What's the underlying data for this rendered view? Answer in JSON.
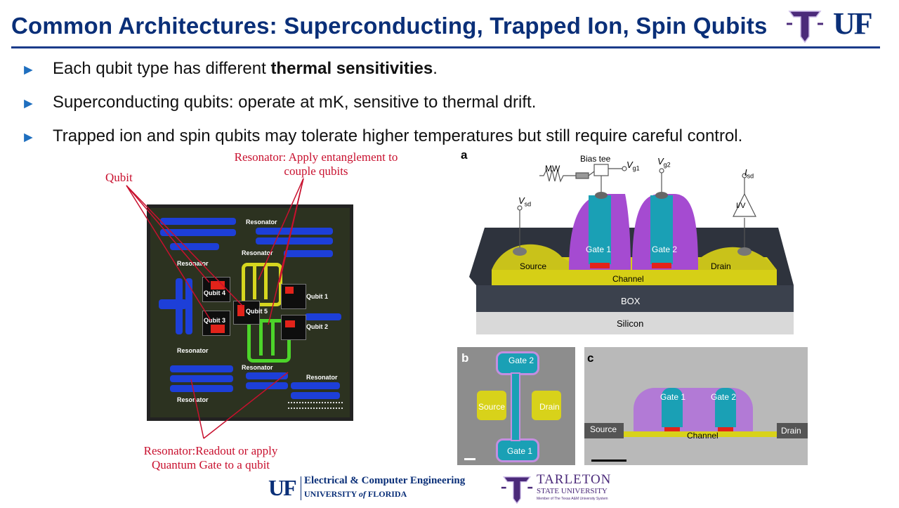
{
  "slide": {
    "title": "Common Architectures: Superconducting, Trapped Ion, Spin Qubits",
    "bullets": [
      {
        "text_before": "Each qubit type has different ",
        "bold": "thermal sensitivities",
        "text_after": "."
      },
      {
        "text_before": "Superconducting qubits: operate at mK, sensitive to thermal drift.",
        "bold": "",
        "text_after": ""
      },
      {
        "text_before": "Trapped ion and spin qubits may tolerate higher temperatures but still require careful control.",
        "bold": "",
        "text_after": ""
      }
    ]
  },
  "logos": {
    "uf": "UF",
    "tarleton_t": "T"
  },
  "left_figure": {
    "qubit_label": "Qubit",
    "resonator_top_label_1": "Resonator: Apply entanglement to",
    "resonator_top_label_2": "couple qubits",
    "resonator_bottom_label_1": "Resonator:Readout or apply",
    "resonator_bottom_label_2": "Quantum Gate to a qubit",
    "chip_labels": {
      "resonator": "Resonator",
      "qubit1": "Qubit 1",
      "qubit2": "Qubit 2",
      "qubit3": "Qubit 3",
      "qubit4": "Qubit 4",
      "qubit5": "Qubit 5"
    }
  },
  "right_figure": {
    "panel_a": "a",
    "panel_b": "b",
    "panel_c": "c",
    "mw": "MW",
    "bias_tee": "Bias tee",
    "vg1": "V",
    "vg1_sub": "g1",
    "vg2": "V",
    "vg2_sub": "g2",
    "vsd": "V",
    "vsd_sub": "sd",
    "isd": "I",
    "isd_sub": "sd",
    "iv": "I/V",
    "gate1": "Gate 1",
    "gate2": "Gate 2",
    "source": "Source",
    "drain": "Drain",
    "channel": "Channel",
    "box": "BOX",
    "silicon": "Silicon"
  },
  "footer": {
    "uf": "UF",
    "ece": "Electrical & Computer Engineering",
    "uf_univ_pre": "UNIVERSITY ",
    "uf_univ_of": "of",
    "uf_univ_post": " FLORIDA",
    "tarleton": "TARLETON",
    "tarleton_state": "STATE UNIVERSITY",
    "tarleton_sub": "Member of The Texas A&M University System"
  },
  "colors": {
    "title": "#0a2f78",
    "annotation_red": "#c8102e",
    "bullet": "#1f6fbf",
    "gate_purple": "#a54bd1",
    "gate_teal": "#1aa0b5",
    "channel_yellow": "#d8d21a"
  }
}
